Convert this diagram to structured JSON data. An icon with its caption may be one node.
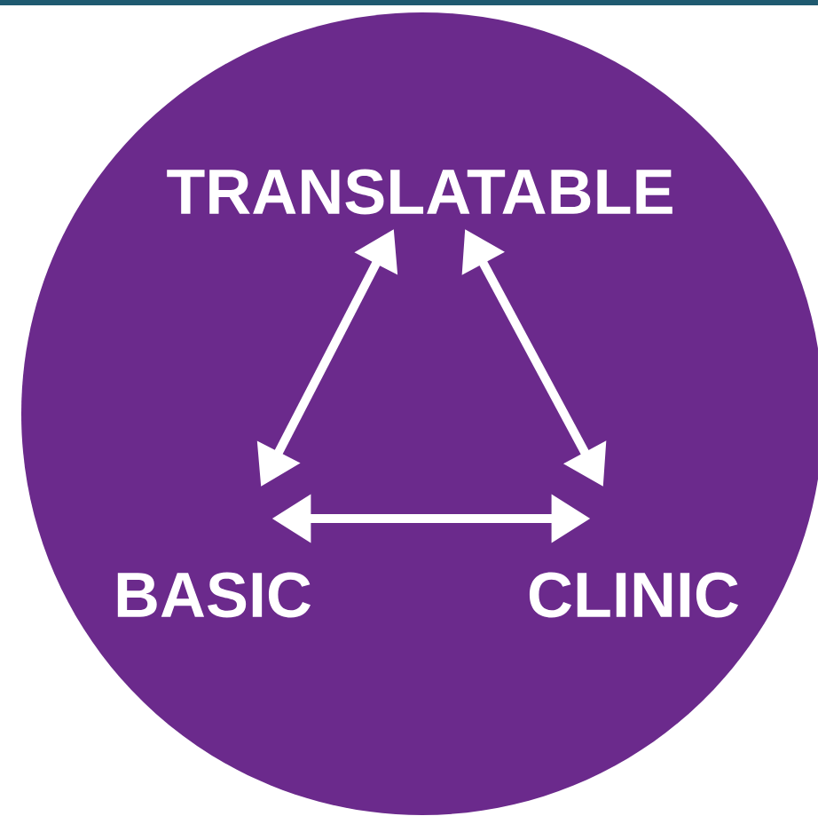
{
  "diagram": {
    "nodes": [
      {
        "text": [],
        "shape": "circle"
      },
      {
        "text": [
          "TRANSLATABLE"
        ],
        "in": 0
      },
      {
        "text": [
          "BASIC"
        ],
        "in": 0
      },
      {
        "text": [
          "CLINIC"
        ],
        "in": 0
      }
    ],
    "edges": [
      {
        "from": 1,
        "to": 2,
        "arrow": "both"
      },
      {
        "from": 1,
        "to": 3,
        "arrow": "both"
      },
      {
        "from": 2,
        "to": 3,
        "arrow": "both"
      }
    ]
  }
}
